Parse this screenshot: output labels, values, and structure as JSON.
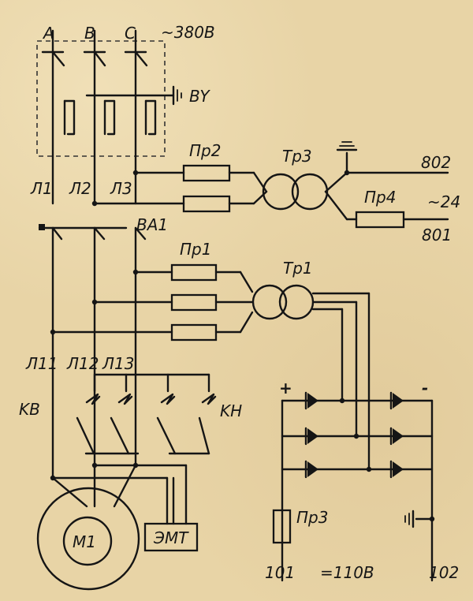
{
  "labels": {
    "phase_a": "A",
    "phase_b": "B",
    "phase_c": "C",
    "supply": "~380B",
    "vu": "BY",
    "l1": "Л1",
    "l2": "Л2",
    "l3": "Л3",
    "pr2": "Пр2",
    "tr3": "Тр3",
    "out_802": "802",
    "out_801": "801",
    "ac_24": "~24",
    "pr4": "Пр4",
    "va1": "BA1",
    "pr1": "Пр1",
    "tr1": "Тр1",
    "l11": "Л11",
    "l12": "Л12",
    "l13": "Л13",
    "kv": "KB",
    "kn": "KH",
    "plus": "+",
    "minus": "-",
    "pr3": "Пр3",
    "m1": "M1",
    "emt": "ЭМТ",
    "out_101": "101",
    "out_102": "102",
    "dc_110": "=110B"
  }
}
